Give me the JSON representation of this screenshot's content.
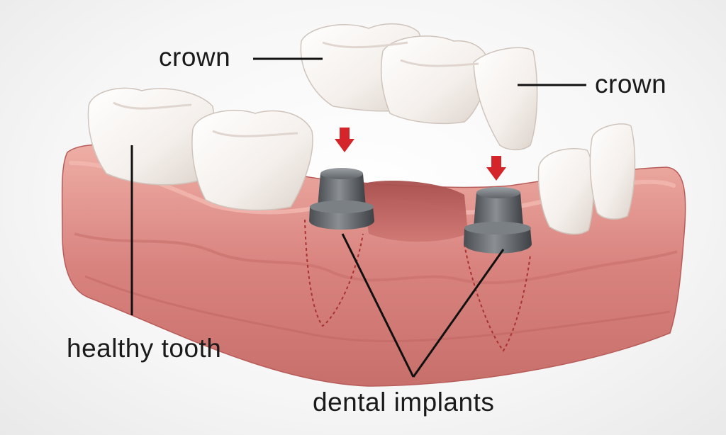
{
  "labels": {
    "crown_left": "crown",
    "crown_right": "crown",
    "healthy_tooth": "healthy tooth",
    "dental_implants": "dental implants"
  },
  "colors": {
    "gum": "#d9837f",
    "gum_light": "#eeaea5",
    "gum_dark": "#b9605e",
    "tooth": "#f7f2ee",
    "tooth_shadow": "#ddd3cc",
    "implant": "#6e7377",
    "implant_dark": "#3f4347",
    "arrow": "#d4252a",
    "leader_line": "#111111"
  }
}
